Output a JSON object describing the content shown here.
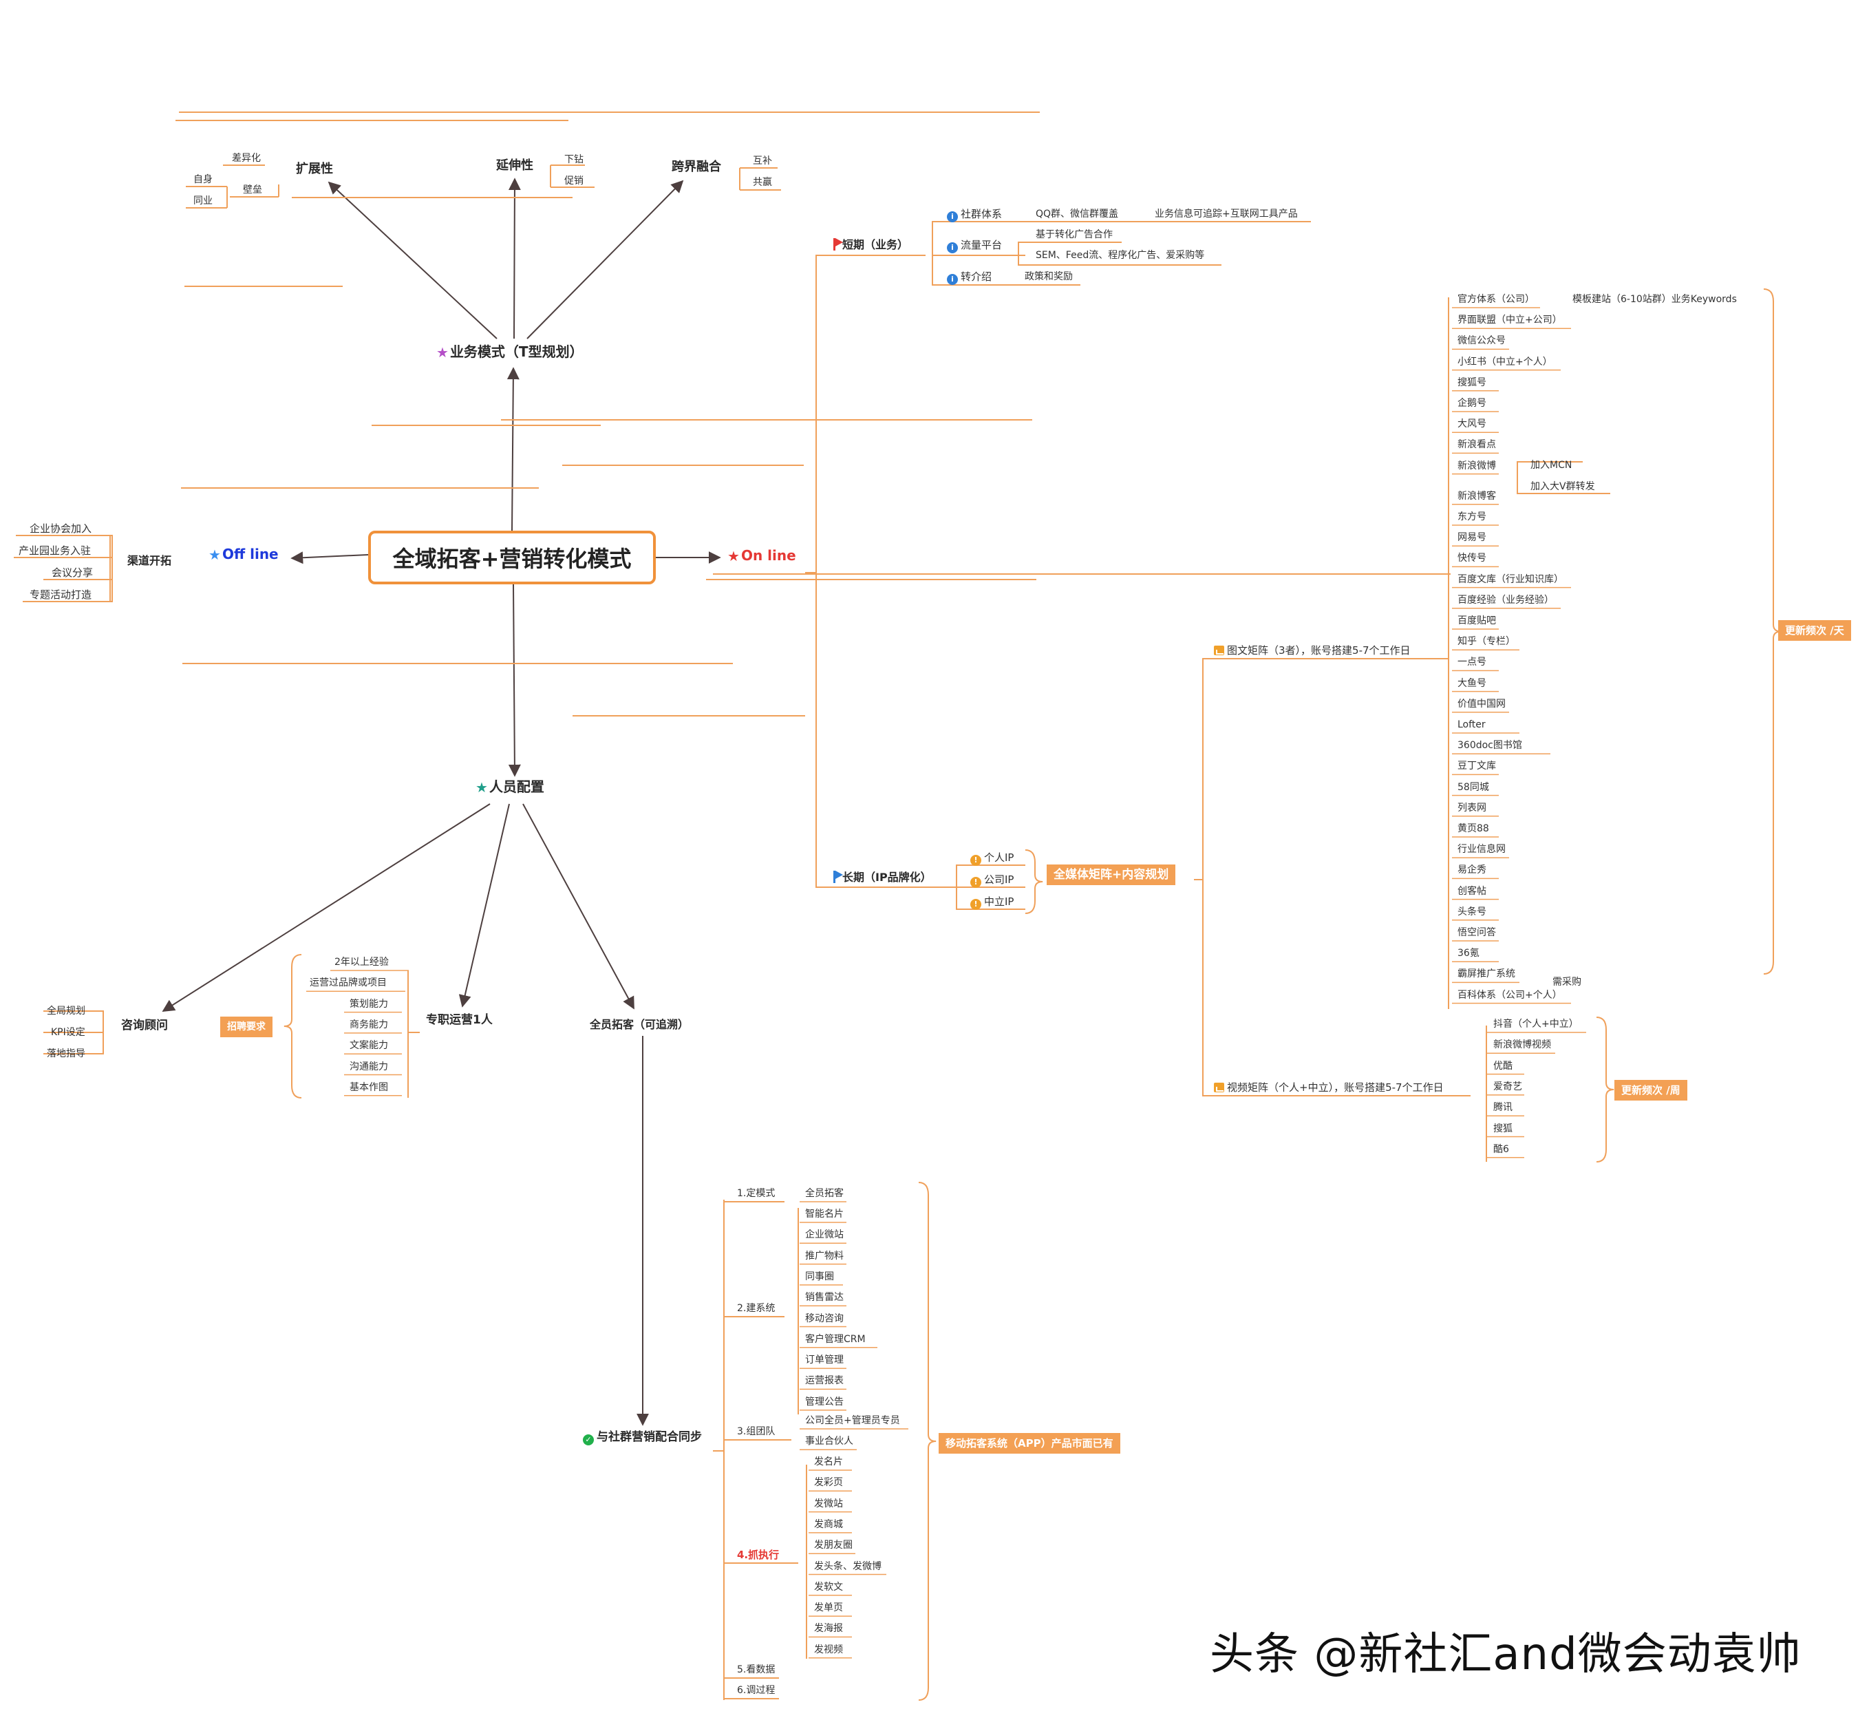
{
  "root": "全域拓客+营销转化模式",
  "colors": {
    "accent": "#f0913a",
    "tag": "#f3a054",
    "line": "#f0a05a",
    "arrow": "#4d3f3f",
    "online": "#e53935",
    "offline": "#1e3adb"
  },
  "business": {
    "title": "业务模式（T型规划）",
    "expand": {
      "label": "扩展性",
      "items": [
        "差异化",
        "壁垒",
        "自身",
        "同业"
      ]
    },
    "extend": {
      "label": "延伸性",
      "items": [
        "下钻",
        "促销"
      ]
    },
    "cross": {
      "label": "跨界融合",
      "items": [
        "互补",
        "共赢"
      ]
    }
  },
  "offline": {
    "label": "Off line",
    "channel": "渠道开拓",
    "items": [
      "企业协会加入",
      "产业园业务入驻",
      "会议分享",
      "专题活动打造"
    ]
  },
  "online": {
    "label": "On line",
    "short": {
      "label": "短期（业务）",
      "community": {
        "label": "社群体系",
        "item": "QQ群、微信群覆盖",
        "sub": "业务信息可追踪+互联网工具产品"
      },
      "traffic": {
        "label": "流量平台",
        "items": [
          "基于转化广告合作",
          "SEM、Feed流、程序化广告、爱采购等"
        ]
      },
      "referral": {
        "label": "转介绍",
        "item": "政策和奖励"
      }
    },
    "long": {
      "label": "长期（IP品牌化）",
      "ips": [
        "个人IP",
        "公司IP",
        "中立IP"
      ],
      "matrix": "全媒体矩阵+内容规划"
    },
    "text_matrix": {
      "label": "图文矩阵（3者），账号搭建5-7个工作日",
      "items": [
        "官方体系（公司）",
        "界面联盟（中立+公司）",
        "微信公众号",
        "小红书（中立+个人）",
        "搜狐号",
        "企鹅号",
        "大风号",
        "新浪看点",
        "新浪微博",
        "新浪博客",
        "东方号",
        "网易号",
        "快传号",
        "百度文库（行业知识库）",
        "百度经验（业务经验）",
        "百度贴吧",
        "知乎（专栏）",
        "一点号",
        "大鱼号",
        "价值中国网",
        "Lofter",
        "360doc图书馆",
        "豆丁文库",
        "58同城",
        "列表网",
        "黄页88",
        "行业信息网",
        "易企秀",
        "创客帖",
        "头条号",
        "悟空问答",
        "36氪",
        "霸屏推广系统",
        "百科体系（公司+个人）"
      ],
      "official_sub": "模板建站（6-10站群）业务Keywords",
      "weibo_sub": [
        "加入MCN",
        "加入大V群转发"
      ],
      "bapin_sub": "需采购",
      "freq": "更新频次 /天"
    },
    "video_matrix": {
      "label": "视频矩阵（个人+中立），账号搭建5-7个工作日",
      "items": [
        "抖音（个人+中立）",
        "新浪微博视频",
        "优酷",
        "爱奇艺",
        "腾讯",
        "搜狐",
        "酷6"
      ],
      "freq": "更新频次 /周"
    }
  },
  "staff": {
    "label": "人员配置",
    "consultant": {
      "label": "咨询顾问",
      "items": [
        "全局规划",
        "KPI设定",
        "落地指导"
      ]
    },
    "recruit": "招聘要求",
    "operator": {
      "label": "专职运营1人",
      "items": [
        "2年以上经验",
        "运营过品牌或项目",
        "策划能力",
        "商务能力",
        "文案能力",
        "沟通能力",
        "基本作图"
      ]
    },
    "all_staff": "全员拓客（可追溯）"
  },
  "sync": {
    "label": "与社群营销配合同步",
    "steps": {
      "s1": {
        "label": "1.定模式",
        "items": [
          "全员拓客"
        ]
      },
      "s2": {
        "label": "2.建系统",
        "items": [
          "智能名片",
          "企业微站",
          "推广物料",
          "同事圈",
          "销售雷达",
          "移动咨询",
          "客户管理CRM",
          "订单管理",
          "运营报表",
          "管理公告"
        ]
      },
      "s3": {
        "label": "3.组团队",
        "items": [
          "公司全员+管理员专员",
          "事业合伙人"
        ]
      },
      "s4": {
        "label": "4.抓执行",
        "items": [
          "发名片",
          "发彩页",
          "发微站",
          "发商城",
          "发朋友圈",
          "发头条、发微博",
          "发软文",
          "发单页",
          "发海报",
          "发视频"
        ]
      },
      "s5": {
        "label": "5.看数据"
      },
      "s6": {
        "label": "6.调过程"
      }
    },
    "app_tag": "移动拓客系统（APP）产品市面已有"
  },
  "watermark": "头条 @新社汇and微会动袁帅"
}
